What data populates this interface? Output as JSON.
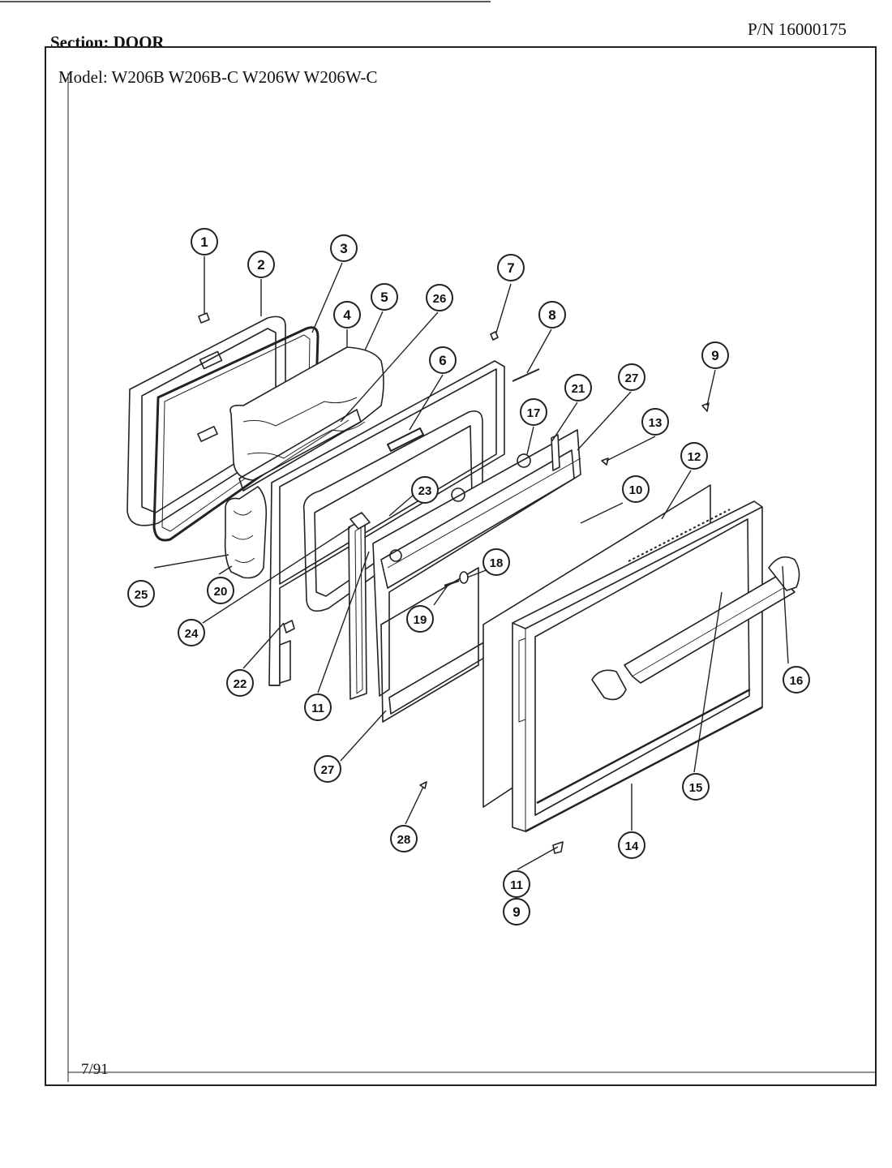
{
  "header": {
    "section_label": "Section:  DOOR",
    "part_number": "P/N 16000175",
    "model_line": "Model:  W206B  W206B-C  W206W  W206W-C"
  },
  "footer": {
    "date": "7/91"
  },
  "callouts": [
    {
      "id": "c1",
      "label": "1"
    },
    {
      "id": "c2",
      "label": "2"
    },
    {
      "id": "c3",
      "label": "3"
    },
    {
      "id": "c4",
      "label": "4"
    },
    {
      "id": "c5",
      "label": "5"
    },
    {
      "id": "c26a",
      "label": "26"
    },
    {
      "id": "c7",
      "label": "7"
    },
    {
      "id": "c8",
      "label": "8"
    },
    {
      "id": "c6",
      "label": "6"
    },
    {
      "id": "c9a",
      "label": "9"
    },
    {
      "id": "c17",
      "label": "17"
    },
    {
      "id": "c21",
      "label": "21"
    },
    {
      "id": "c27a",
      "label": "27"
    },
    {
      "id": "c13",
      "label": "13"
    },
    {
      "id": "c12",
      "label": "12"
    },
    {
      "id": "c23",
      "label": "23"
    },
    {
      "id": "c10",
      "label": "10"
    },
    {
      "id": "c18",
      "label": "18"
    },
    {
      "id": "c25",
      "label": "25"
    },
    {
      "id": "c20",
      "label": "20"
    },
    {
      "id": "c19",
      "label": "19"
    },
    {
      "id": "c24",
      "label": "24"
    },
    {
      "id": "c16",
      "label": "16"
    },
    {
      "id": "c22",
      "label": "22"
    },
    {
      "id": "c11a",
      "label": "11"
    },
    {
      "id": "c27b",
      "label": "27"
    },
    {
      "id": "c15",
      "label": "15"
    },
    {
      "id": "c28",
      "label": "28"
    },
    {
      "id": "c14",
      "label": "14"
    },
    {
      "id": "c11b",
      "label": "11"
    },
    {
      "id": "c9b",
      "label": "9"
    }
  ]
}
